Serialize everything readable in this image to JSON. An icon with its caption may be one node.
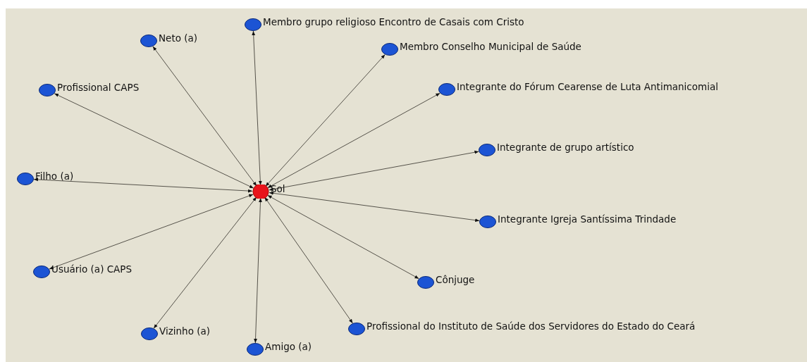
{
  "diagram": {
    "nodes": [
      {
        "text": [
          "Membro grupo religioso Encontro de Casais com Cristo"
        ]
      },
      {
        "text": [
          "Neto (a)"
        ]
      },
      {
        "text": [
          "Membro Conselho Municipal de Saúde"
        ]
      },
      {
        "text": [
          "Profissional CAPS"
        ]
      },
      {
        "text": [
          "Integrante do Fórum Cearense de Luta Antimanicomial"
        ]
      },
      {
        "text": [
          "Integrante de grupo artístico"
        ]
      },
      {
        "text": [
          "Filho (a)"
        ]
      },
      {
        "text": [
          "Sol"
        ]
      },
      {
        "text": [
          "Integrante Igreja Santíssima Trindade"
        ]
      },
      {
        "text": [
          "Usuário (a) CAPS"
        ]
      },
      {
        "text": [
          "Cônjuge"
        ]
      },
      {
        "text": [
          "Profissional do Instituto de Saúde dos Servidores do Estado do Ceará"
        ]
      },
      {
        "text": [
          "Vizinho (a)"
        ]
      },
      {
        "text": [
          "Amigo (a)"
        ]
      }
    ],
    "edges": [
      {
        "from": 7,
        "to": 0,
        "arrow": "both"
      },
      {
        "from": 7,
        "to": 1,
        "arrow": "both"
      },
      {
        "from": 7,
        "to": 2,
        "arrow": "both"
      },
      {
        "from": 7,
        "to": 3,
        "arrow": "both"
      },
      {
        "from": 7,
        "to": 4,
        "arrow": "both"
      },
      {
        "from": 7,
        "to": 5,
        "arrow": "both"
      },
      {
        "from": 7,
        "to": 6,
        "arrow": "both"
      },
      {
        "from": 7,
        "to": 8,
        "arrow": "both"
      },
      {
        "from": 7,
        "to": 9,
        "arrow": "both"
      },
      {
        "from": 7,
        "to": 10,
        "arrow": "both"
      },
      {
        "from": 7,
        "to": 11,
        "arrow": "both"
      },
      {
        "from": 7,
        "to": 12,
        "arrow": "both"
      },
      {
        "from": 7,
        "to": 13,
        "arrow": "both"
      }
    ]
  }
}
